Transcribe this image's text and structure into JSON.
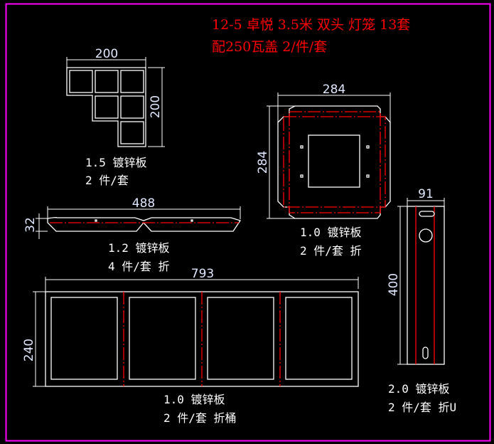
{
  "title": {
    "line1": "12-5 卓悦 3.5米 双头 灯笼 13套",
    "line2": "配250瓦盖 2/件/套"
  },
  "colors": {
    "background": "#000000",
    "border": "#ff00ff",
    "title": "#ff0000",
    "fold_line": "#ff0000",
    "outline": "#ffffff"
  },
  "parts": [
    {
      "dims": [
        "200",
        "200"
      ],
      "material": "1.5 镀锌板",
      "qty": "2 件/套"
    },
    {
      "dims": [
        "284",
        "284"
      ],
      "material": "1.0 镀锌板",
      "qty": "2 件/套 折"
    },
    {
      "dims": [
        "488",
        "32"
      ],
      "material": "1.2 镀锌板",
      "qty": "4 件/套 折"
    },
    {
      "dims": [
        "793",
        "240"
      ],
      "material": "1.0 镀锌板",
      "qty": "2 件/套 折桶"
    },
    {
      "dims": [
        "91",
        "400"
      ],
      "material": "2.0 镀锌板",
      "qty": "2 件/套 折U"
    }
  ]
}
